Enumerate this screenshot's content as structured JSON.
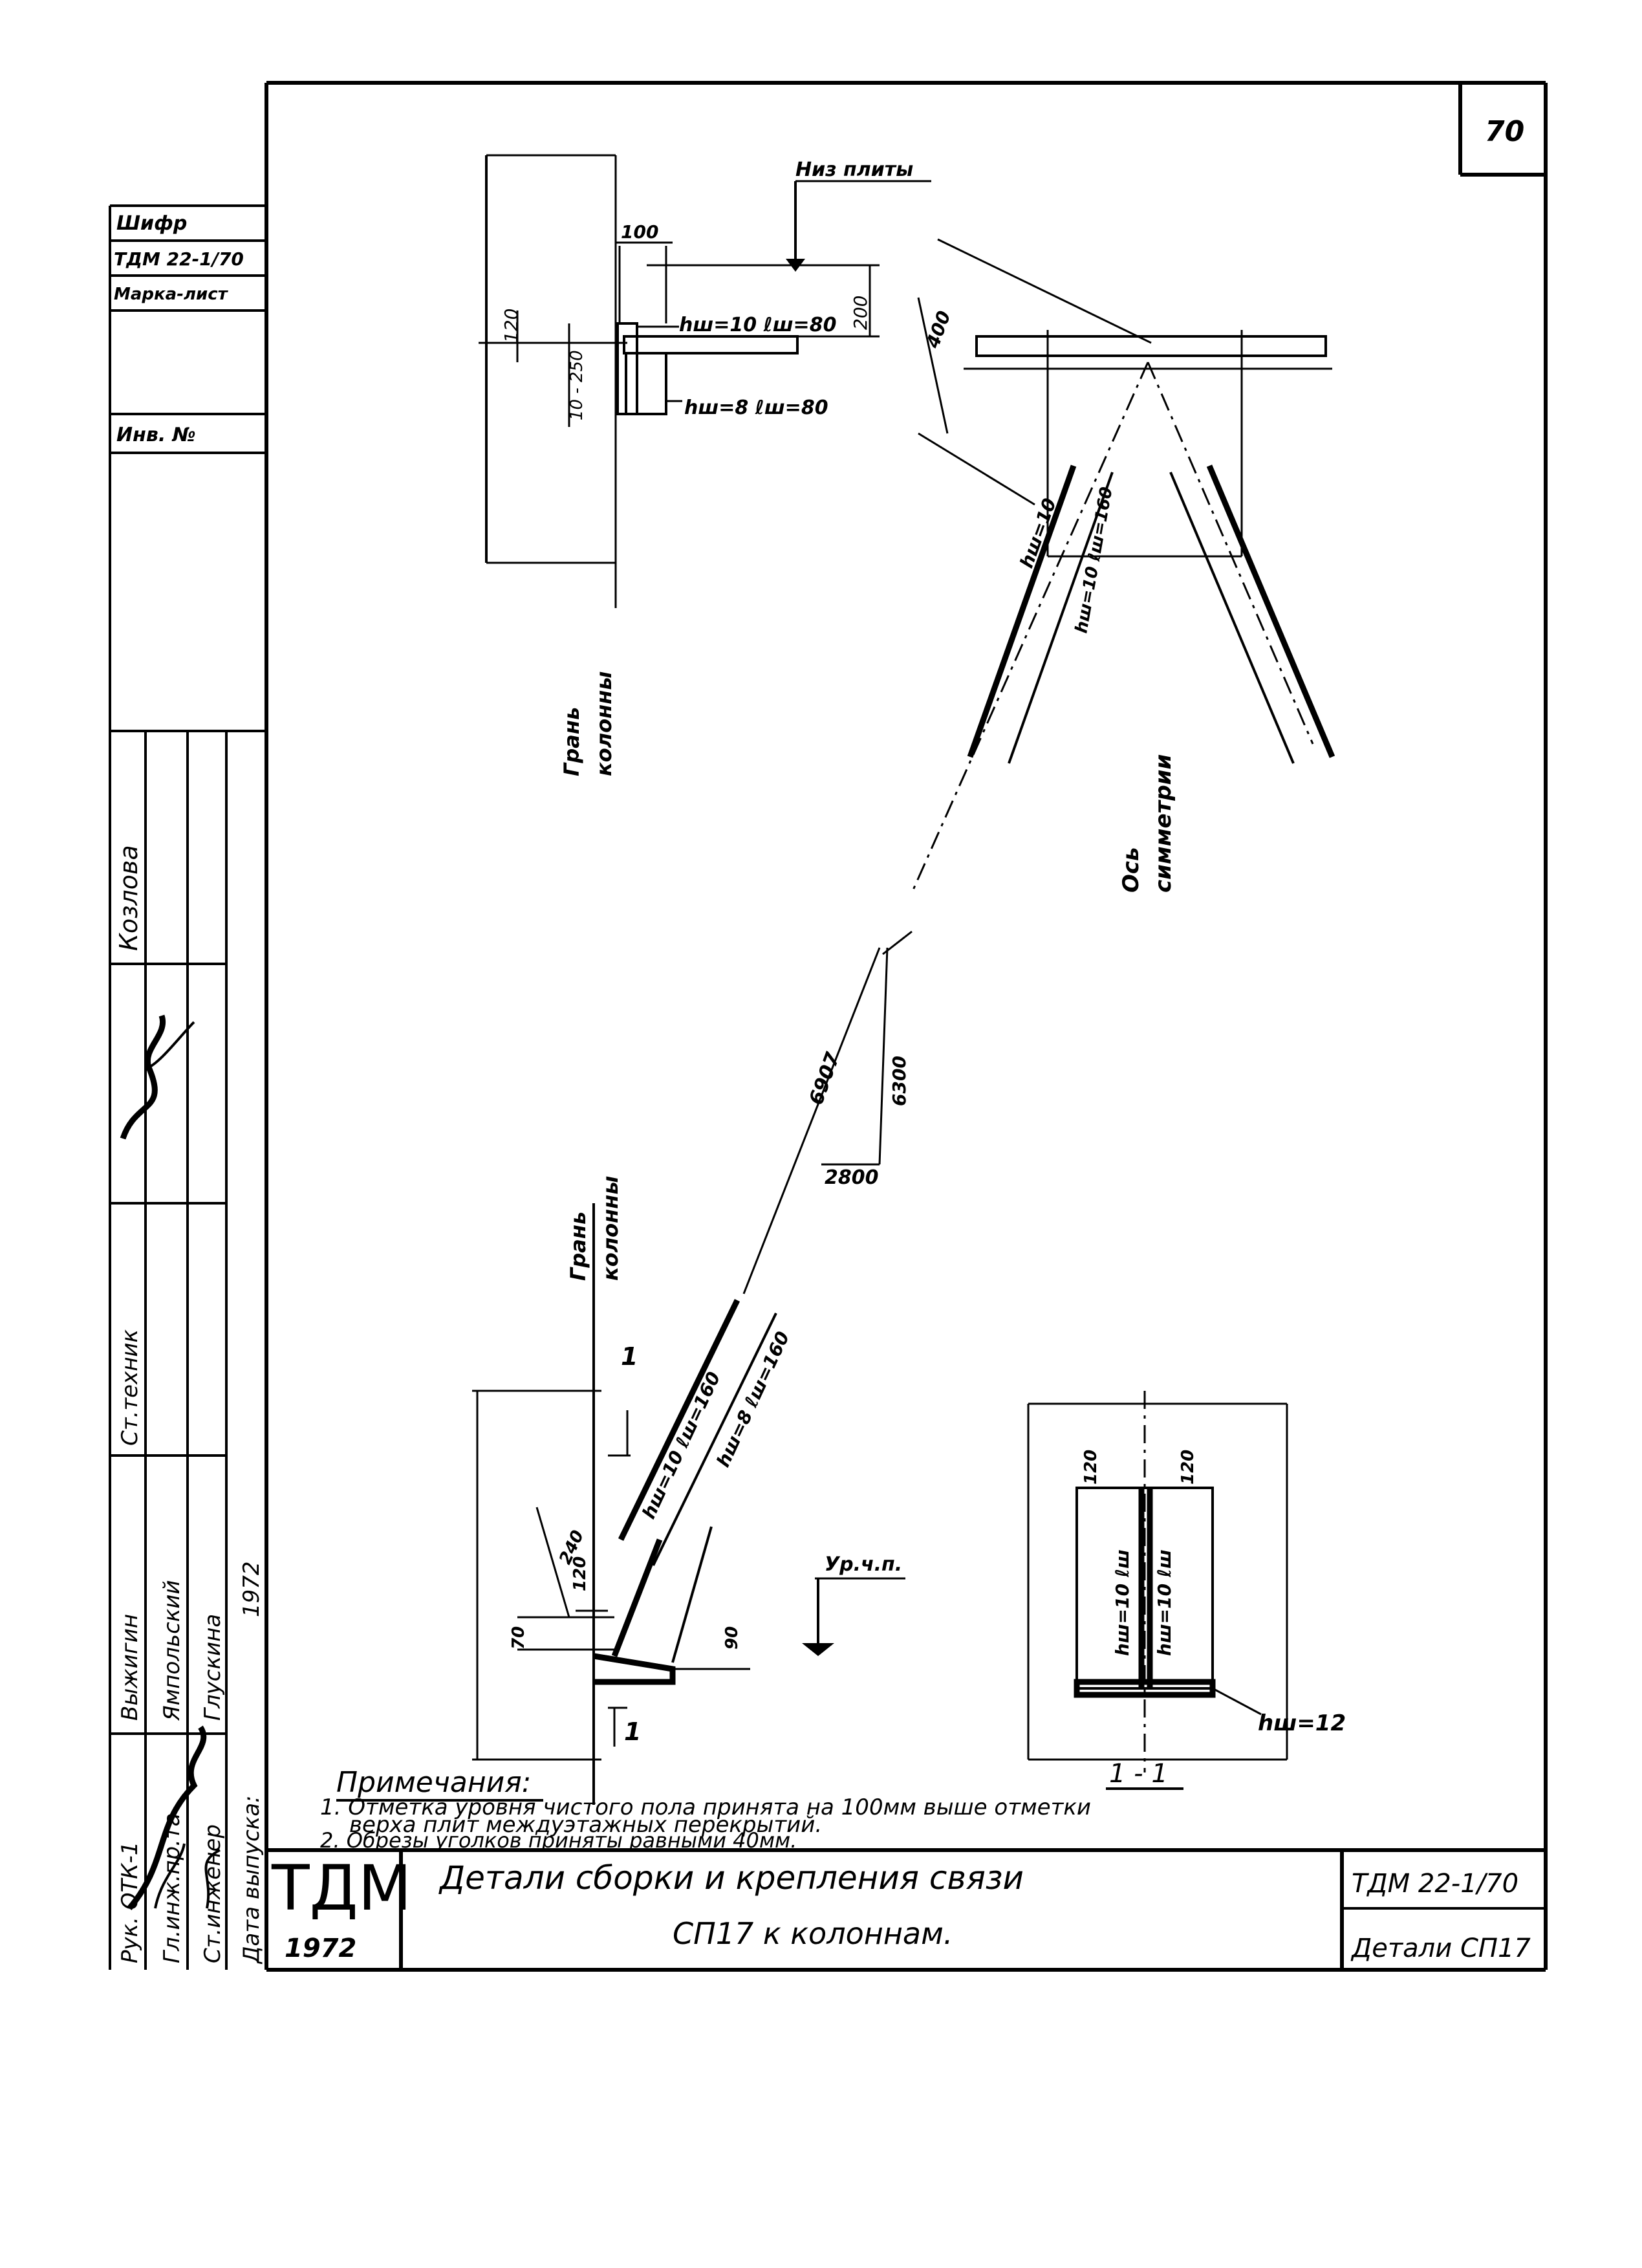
{
  "sheet_number": "70",
  "stamp": {
    "shifr_label": "Шифр",
    "shifr_value": "ТДМ 22-1/70",
    "marka_label": "Марка-лист",
    "inv_label": "Инв. №"
  },
  "staff": {
    "rows": [
      {
        "role": "Рук. ОТК-1",
        "name": "",
        "col3": ""
      },
      {
        "role": "Гл.инж.пр.та",
        "name": "",
        "col3": ""
      },
      {
        "role": "Ст.инженер",
        "name": "",
        "col3": ""
      },
      {
        "role": "Дата выпуска:",
        "name": "",
        "col3": ""
      }
    ],
    "col_names": [
      "Выжигин",
      "Ямпольский",
      "Глускина",
      "1972"
    ],
    "tech_label": "Ст.техник",
    "tech_name": "Козлова"
  },
  "drawing1": {
    "label_top": "Низ плиты",
    "dim_100": "100",
    "dim_120": "120",
    "dim_200": "200",
    "dim_range": "10 - 250",
    "weld_upper": "hш=10 ℓш=80",
    "weld_lower": "hш=8 ℓш=80",
    "column_face_line1": "Грань",
    "column_face_line2": "колонны"
  },
  "drawing2": {
    "dim_400": "400",
    "weld_left": "hш=10",
    "weld_mid": "hш=10 ℓш=160",
    "axis_line1": "Ось",
    "axis_line2": "симметрии"
  },
  "drawing3": {
    "dim_6907": "6907",
    "dim_6300": "6300",
    "dim_2800": "2800",
    "column_face_line1": "Грань",
    "column_face_line2": "колонны",
    "section_mark": "1",
    "weld_a": "hш=10 ℓш=160",
    "weld_b": "hш=8 ℓш=160",
    "dim_240": "240",
    "dim_120": "120",
    "dim_70": "70",
    "dim_90": "90",
    "floor_level": "Ур.ч.п."
  },
  "drawing4": {
    "dim_120a": "120",
    "dim_120b": "120",
    "weld_left": "hш=10 ℓш",
    "weld_right": "hш=10 ℓш",
    "weld_bottom": "hш=12",
    "section_title": "1 - 1"
  },
  "notes": {
    "title": "Примечания:",
    "items": [
      "1. Отметка уровня чистого пола принята на 100мм выше отметки",
      "верха плит междуэтажных перекрытий.",
      "2. Обрезы уголков приняты равными 40мм."
    ]
  },
  "title_block": {
    "logo": "ТДМ",
    "year": "1972",
    "title_line1": "Детали сборки и крепления связи",
    "title_line2": "СП17 к колоннам.",
    "code": "ТДМ 22-1/70",
    "sheet_name": "Детали СП17"
  }
}
